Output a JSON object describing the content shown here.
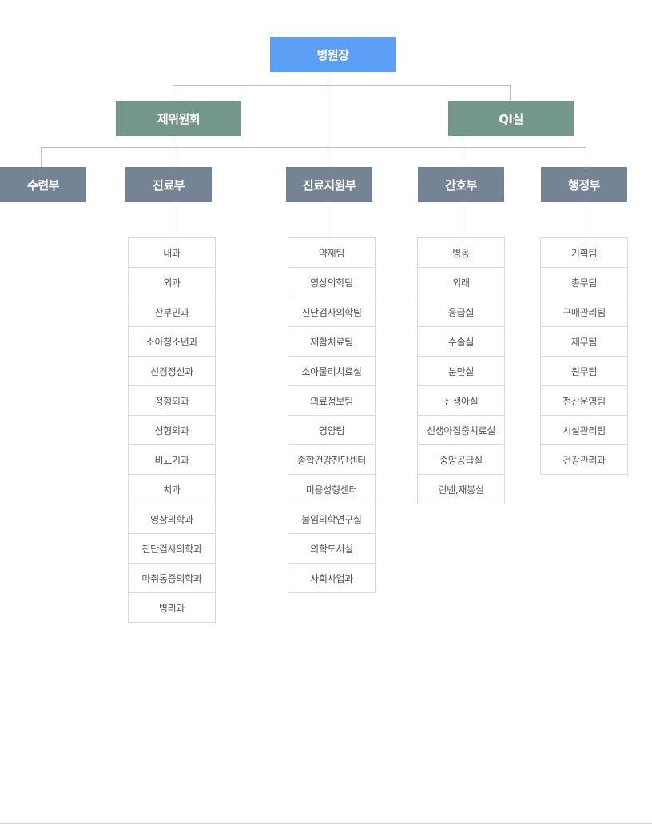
{
  "root": {
    "label": "병원장"
  },
  "committees": {
    "left": {
      "label": "제위원회"
    },
    "right": {
      "label": "QI실"
    }
  },
  "departments": [
    {
      "label": "수련부"
    },
    {
      "label": "진료부"
    },
    {
      "label": "진료지원부"
    },
    {
      "label": "간호부"
    },
    {
      "label": "행정부"
    }
  ],
  "lists": {
    "medical": [
      "내과",
      "외과",
      "산부인과",
      "소아청소년과",
      "신경정신과",
      "정형외과",
      "성형외과",
      "비뇨기과",
      "치과",
      "영상의학과",
      "진단검사의학과",
      "마취통증의학과",
      "병리과"
    ],
    "support": [
      "약제팀",
      "영상의학팀",
      "진단검사의학팀",
      "재활치료팀",
      "소아물리치료실",
      "의료정보팀",
      "영양팀",
      "종합건강진단센터",
      "미용성형센터",
      "불임의학연구실",
      "의학도서실",
      "사회사업과"
    ],
    "nursing": [
      "병동",
      "외래",
      "응급실",
      "수술실",
      "분만실",
      "신생아실",
      "신생아집중치료실",
      "중앙공급실",
      "린넨,재봉실"
    ],
    "admin": [
      "기획팀",
      "총무팀",
      "구매관리팀",
      "재무팀",
      "원무팀",
      "전산운영팀",
      "시설관리팀",
      "건강관리과"
    ]
  },
  "colors": {
    "root": "#5b9ff7",
    "committee": "#74978d",
    "department": "#758495",
    "connector": "#b9bec4"
  }
}
